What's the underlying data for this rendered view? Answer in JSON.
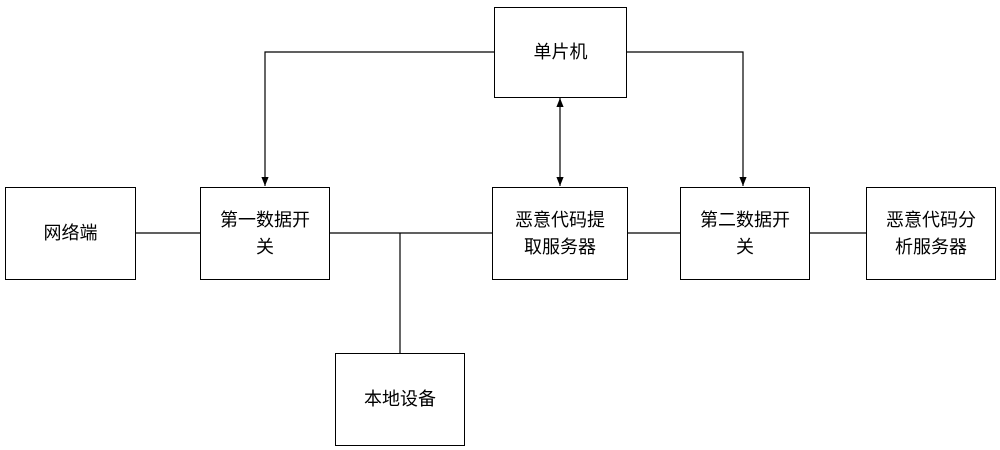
{
  "diagram": {
    "nodes": [
      {
        "id": "mcu",
        "label": "单片机"
      },
      {
        "id": "network",
        "label": "网络端"
      },
      {
        "id": "switch1",
        "label": "第一数据开\n关"
      },
      {
        "id": "extract",
        "label": "恶意代码提\n取服务器"
      },
      {
        "id": "switch2",
        "label": "第二数据开\n关"
      },
      {
        "id": "analysis",
        "label": "恶意代码分\n析服务器"
      },
      {
        "id": "local",
        "label": "本地设备"
      }
    ],
    "edges": [
      {
        "from": "network",
        "to": "switch1",
        "arrow": "none"
      },
      {
        "from": "switch1",
        "to": "extract",
        "arrow": "none"
      },
      {
        "from": "extract",
        "to": "switch2",
        "arrow": "none"
      },
      {
        "from": "switch2",
        "to": "analysis",
        "arrow": "none"
      },
      {
        "from": "switch1",
        "to": "local",
        "arrow": "none"
      },
      {
        "from": "mcu",
        "to": "switch1",
        "arrow": "end"
      },
      {
        "from": "mcu",
        "to": "switch2",
        "arrow": "end"
      },
      {
        "from": "mcu",
        "to": "extract",
        "arrow": "both"
      }
    ],
    "colors": {
      "stroke": "#000000",
      "fill": "#ffffff",
      "text": "#000000"
    }
  }
}
